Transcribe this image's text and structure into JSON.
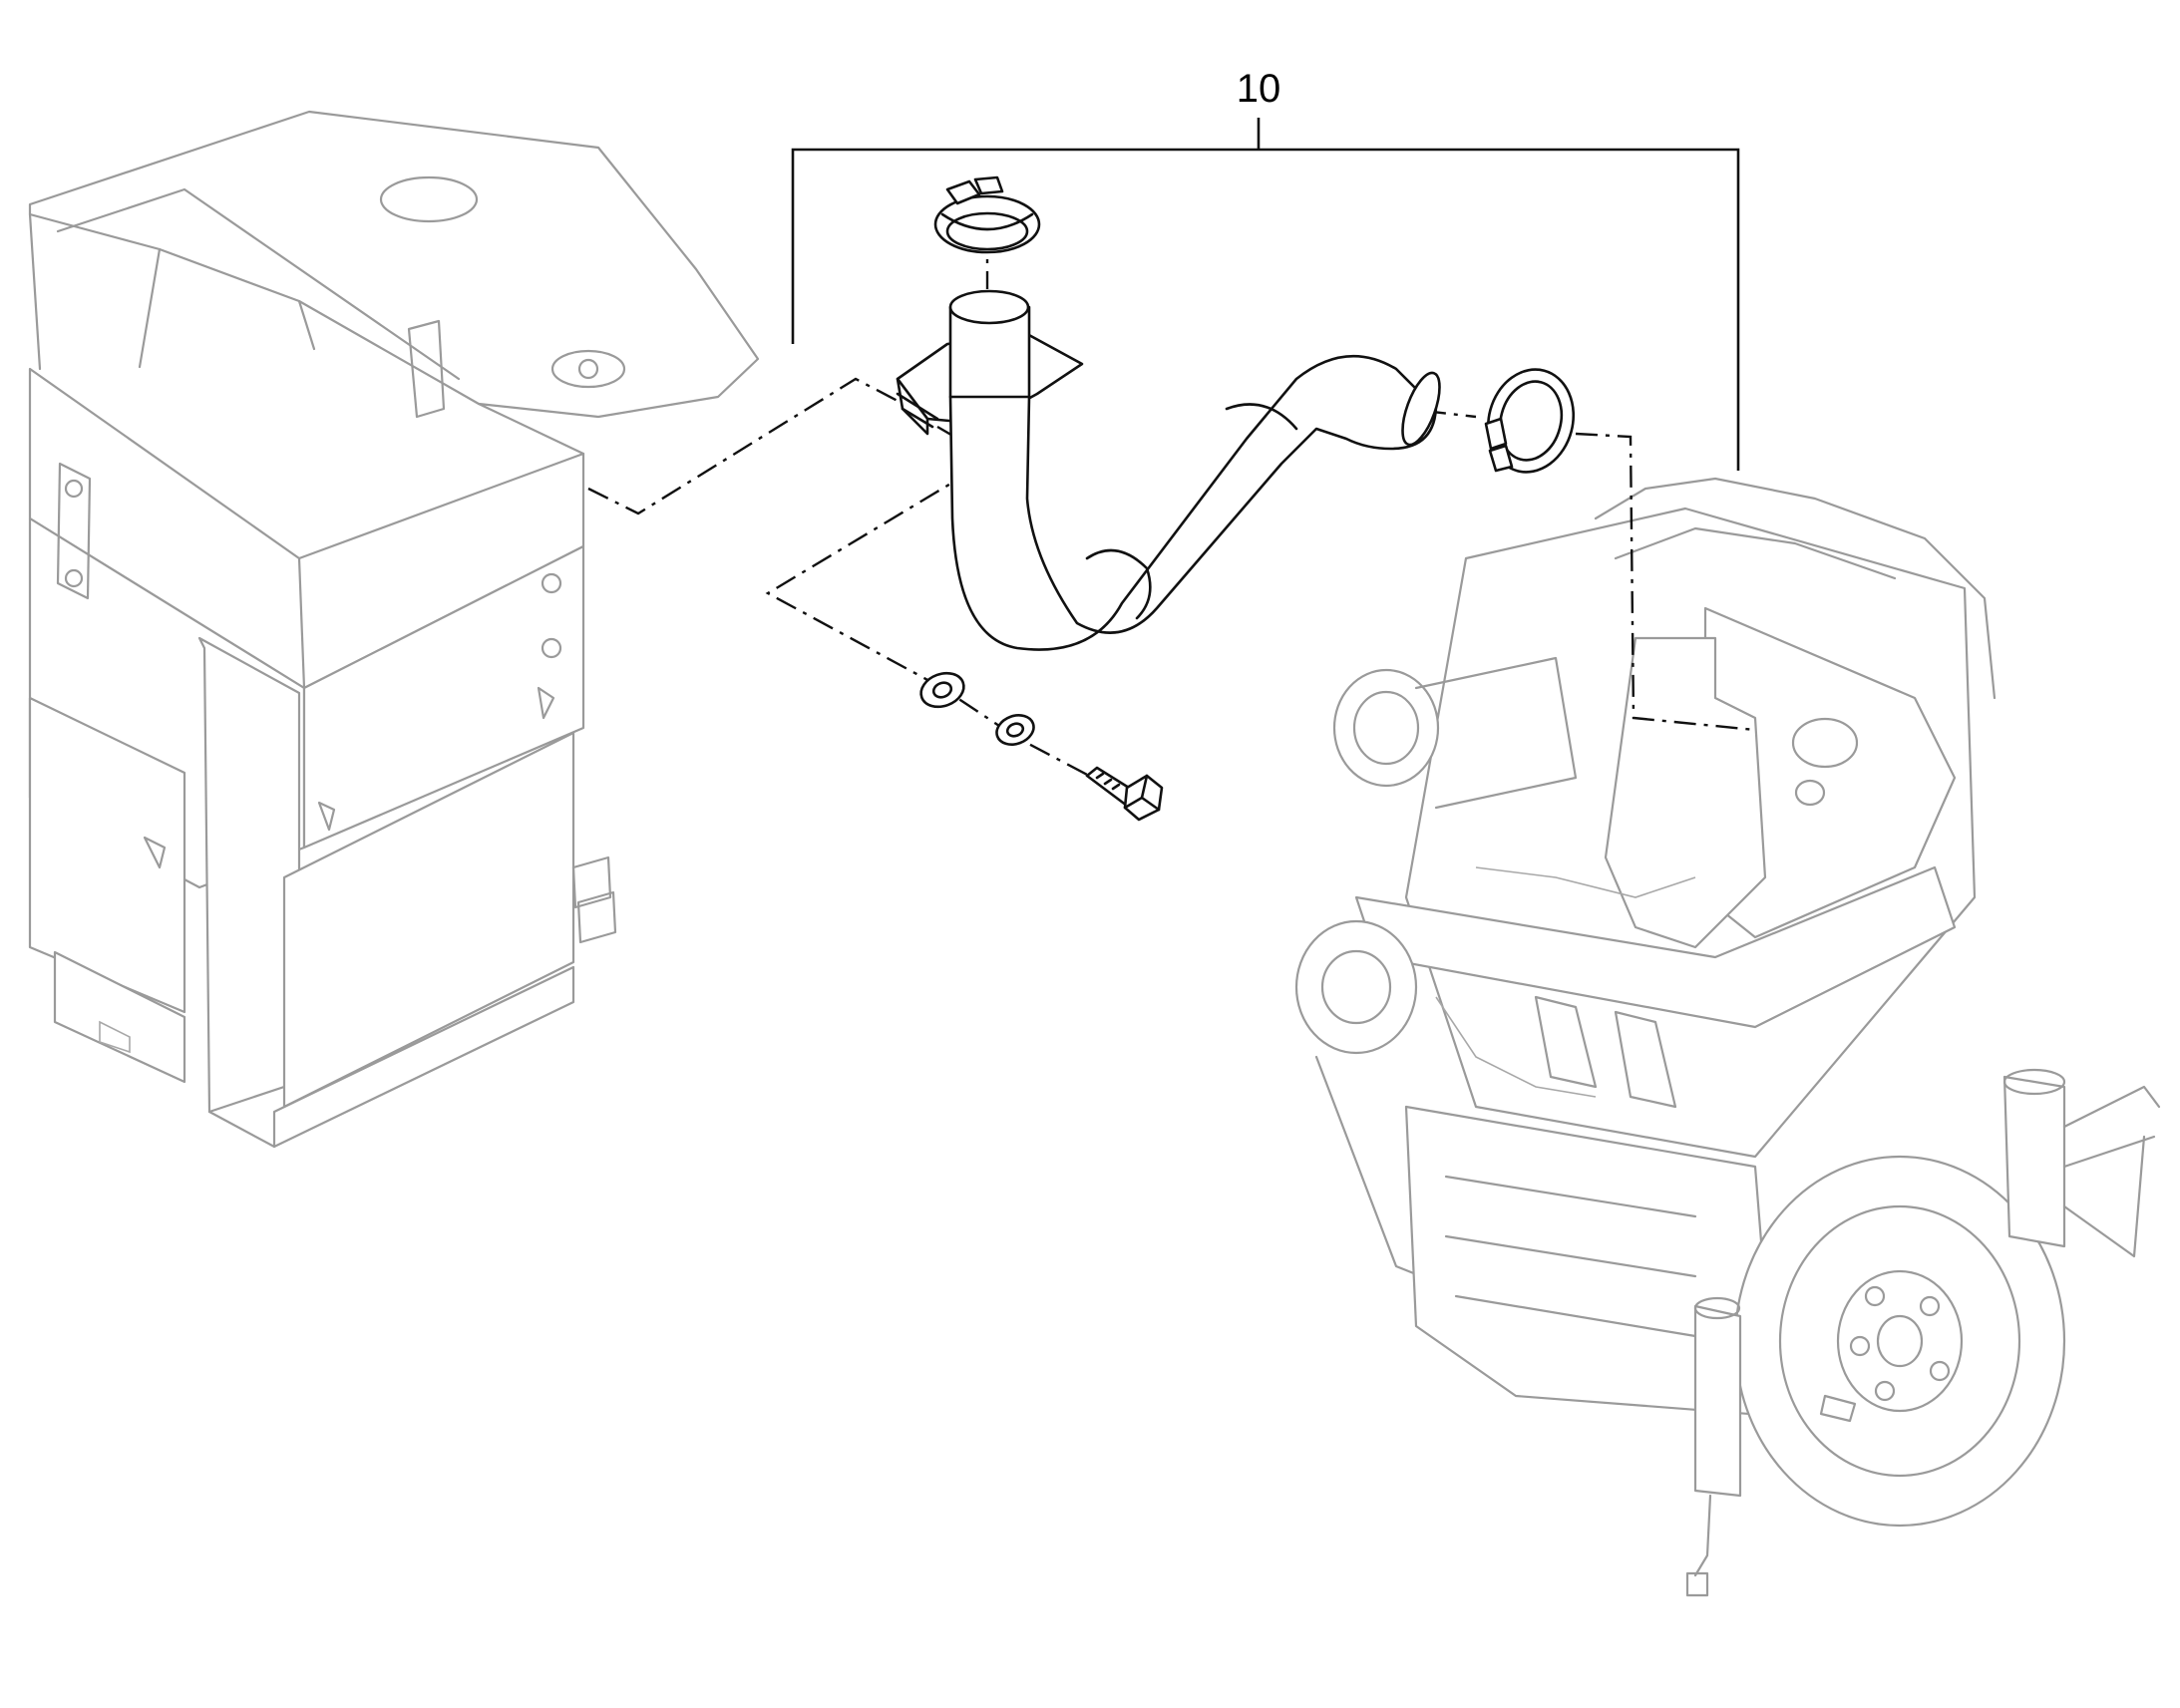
{
  "diagram": {
    "callouts": [
      {
        "id": "10",
        "label": "10"
      }
    ],
    "parts": [
      {
        "name": "exhaust-pipe"
      },
      {
        "name": "upper-band-clamp"
      },
      {
        "name": "lower-band-clamp"
      },
      {
        "name": "washer-1"
      },
      {
        "name": "washer-2"
      },
      {
        "name": "bolt"
      }
    ],
    "context": [
      {
        "name": "hood-frame"
      },
      {
        "name": "engine-assembly"
      }
    ]
  }
}
